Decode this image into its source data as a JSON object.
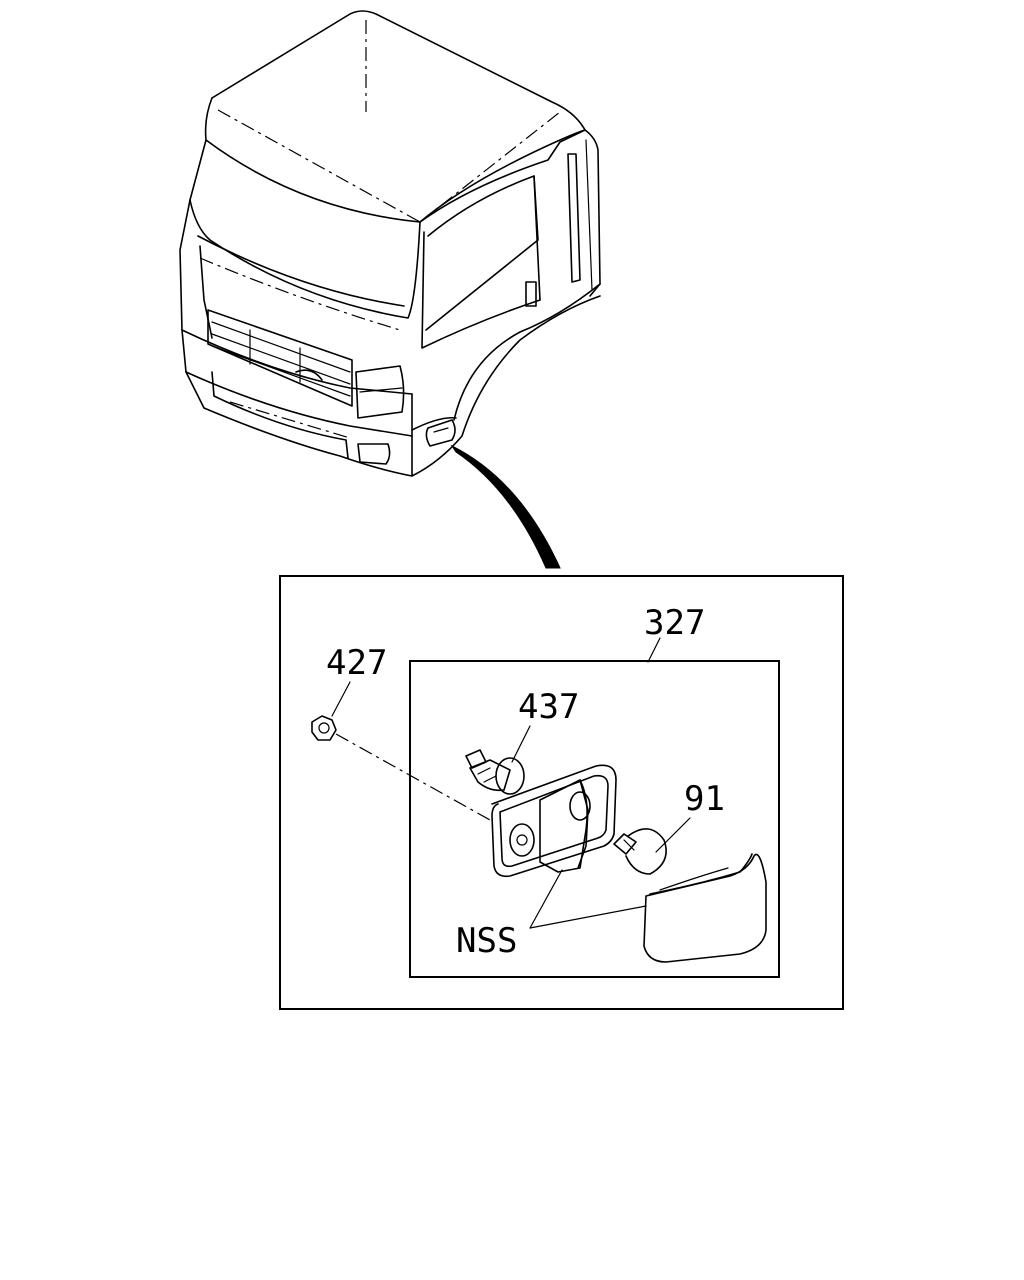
{
  "labels": {
    "assembly": "327",
    "clip": "427",
    "socket": "437",
    "bulb": "91",
    "not_serviced": "NSS"
  }
}
